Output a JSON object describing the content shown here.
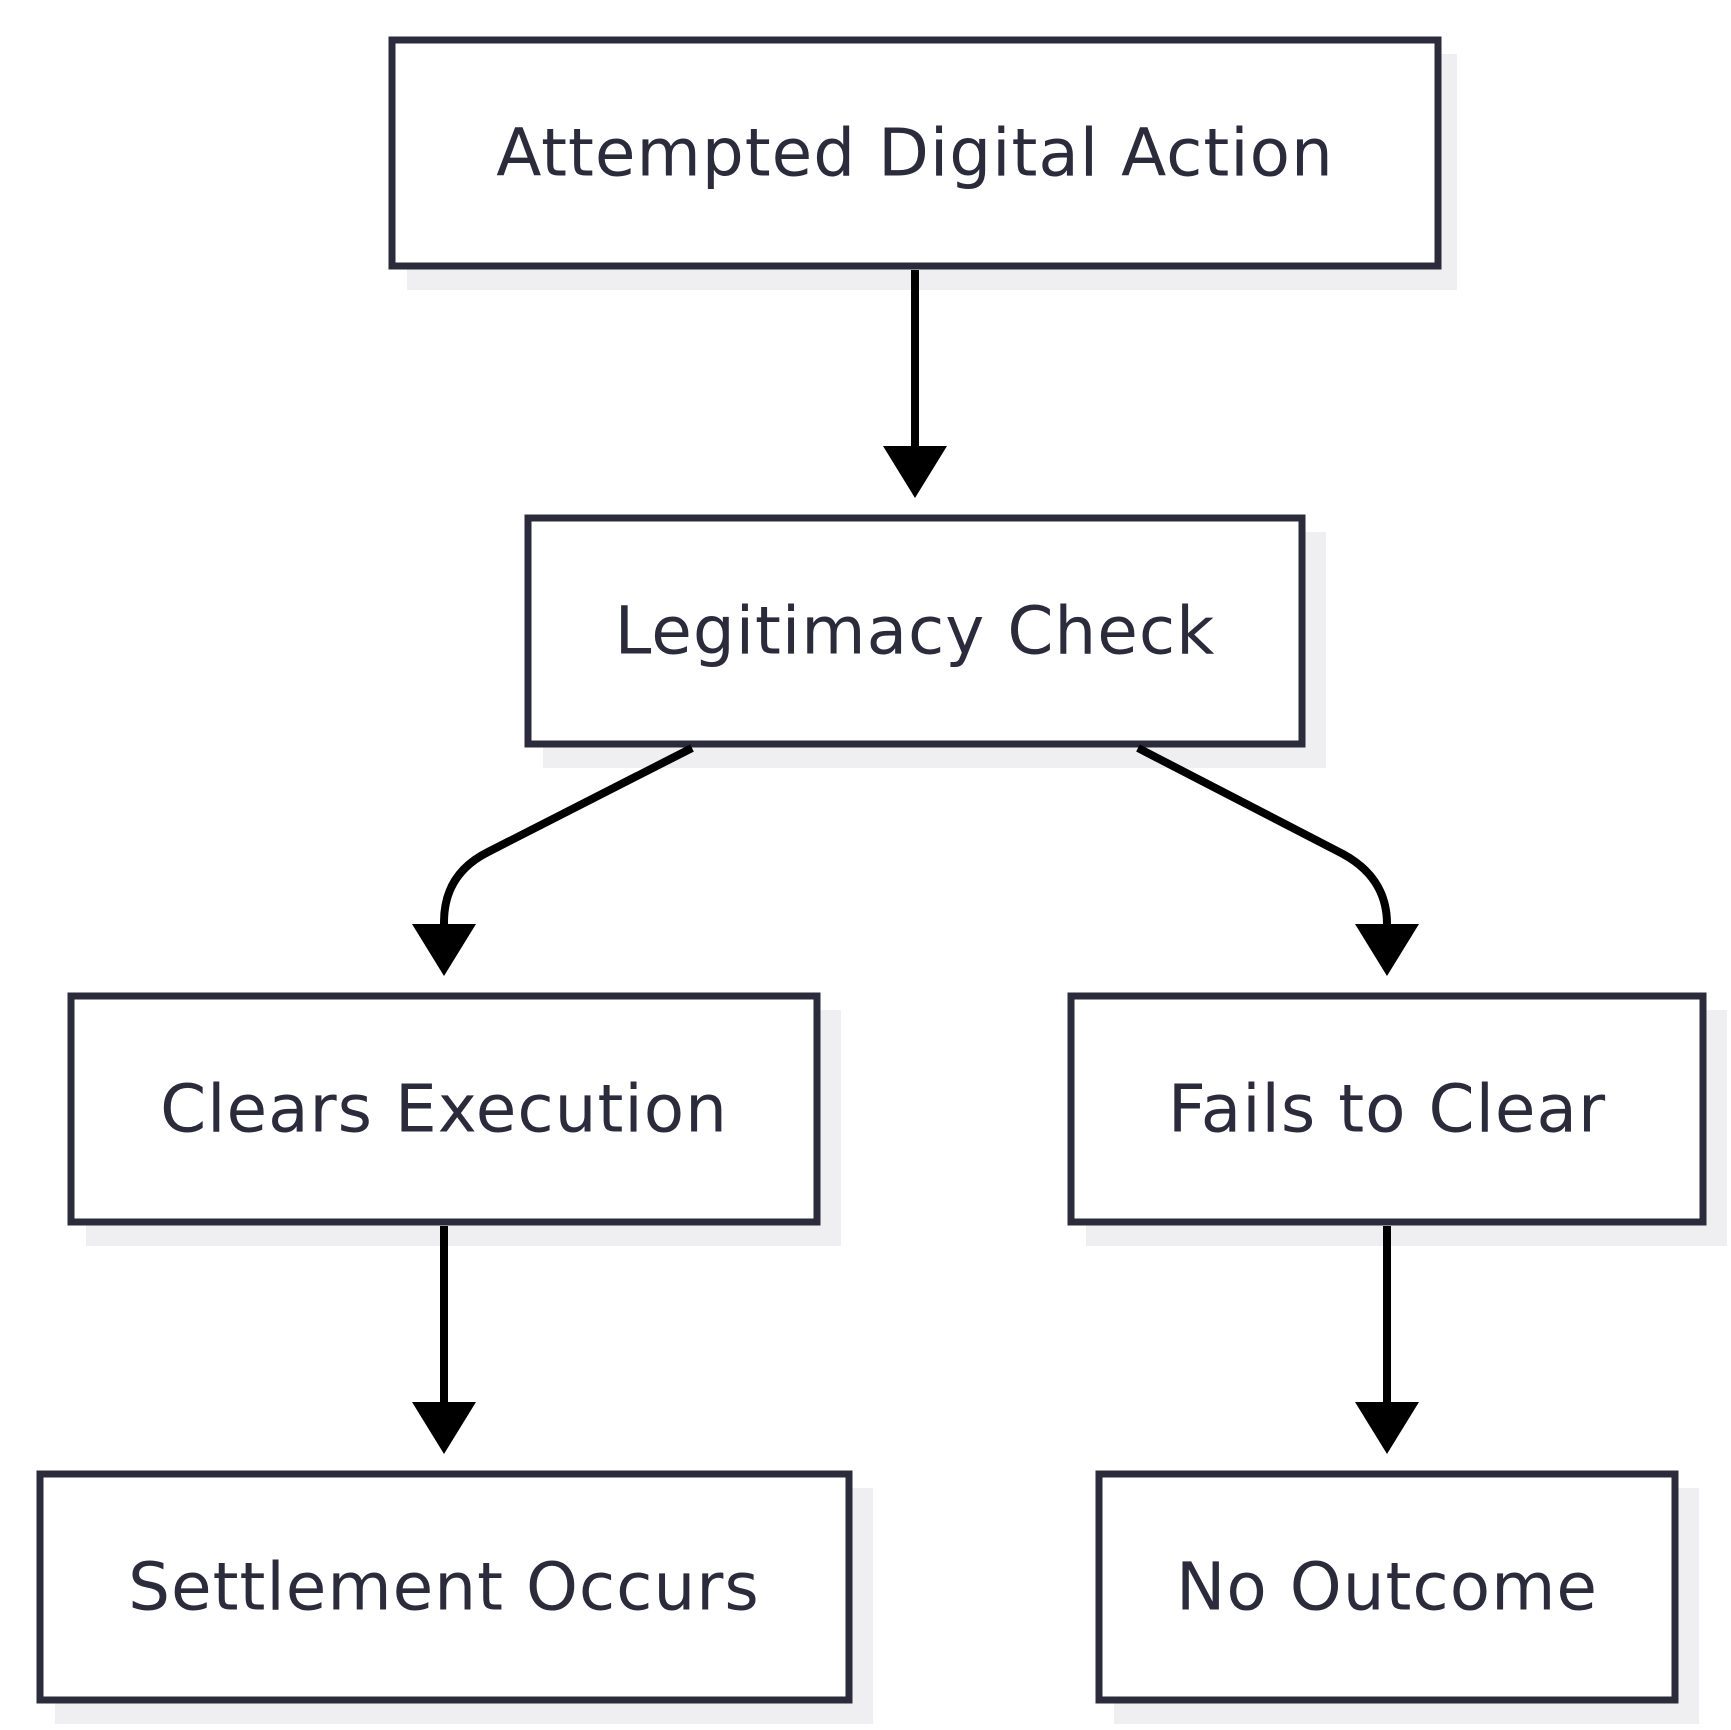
{
  "diagram": {
    "type": "flowchart",
    "nodes": {
      "attempted": {
        "label": "Attempted Digital Action"
      },
      "legitimacy": {
        "label": "Legitimacy Check"
      },
      "clears": {
        "label": "Clears Execution"
      },
      "fails": {
        "label": "Fails to Clear"
      },
      "settlement": {
        "label": "Settlement Occurs"
      },
      "no_outcome": {
        "label": "No Outcome"
      }
    },
    "edges": [
      {
        "from": "attempted",
        "to": "legitimacy"
      },
      {
        "from": "legitimacy",
        "to": "clears"
      },
      {
        "from": "legitimacy",
        "to": "fails"
      },
      {
        "from": "clears",
        "to": "settlement"
      },
      {
        "from": "fails",
        "to": "no_outcome"
      }
    ],
    "colors": {
      "node_border": "#2b2b3c",
      "node_text": "#2b2b3c",
      "node_shadow": "#efeff1",
      "edge": "#000000",
      "background": "#ffffff"
    }
  }
}
